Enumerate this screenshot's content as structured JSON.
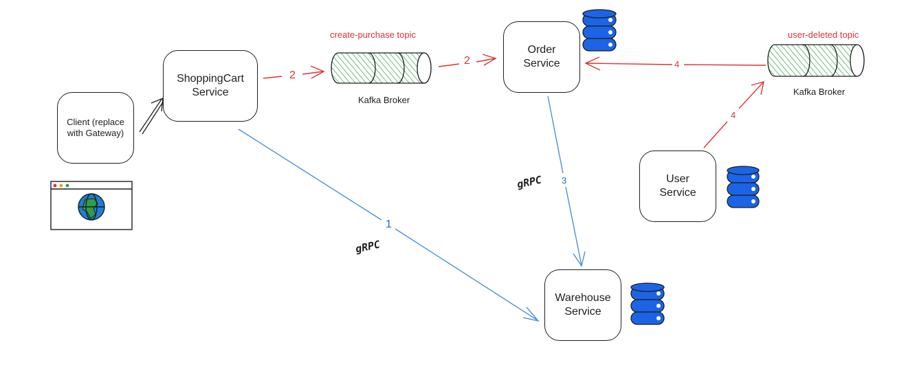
{
  "nodes": {
    "client": "Client (replace\nwith Gateway)",
    "shopping_cart": "ShoppingCart\nService",
    "order": "Order\nService",
    "user": "User\nService",
    "warehouse": "Warehouse\nService"
  },
  "brokers": {
    "create_purchase": {
      "topic": "create-purchase topic",
      "name": "Kafka Broker"
    },
    "user_deleted": {
      "topic": "user-deleted topic",
      "name": "Kafka Broker"
    }
  },
  "edges": {
    "cart_to_broker": "2",
    "broker_to_order": "2",
    "cart_to_warehouse": "1",
    "order_to_warehouse": "3",
    "user_to_broker": "4",
    "broker_to_order_deleted": "4"
  },
  "protocols": {
    "grpc_order": "gRPC",
    "grpc_cart": "gRPC"
  },
  "colors": {
    "kafka": "#2f9e44",
    "database": "#1c64e6",
    "async_edge": "#e03131",
    "sync_edge": "#4a90d9",
    "stroke": "#1e1e1e"
  },
  "icons": [
    "browser-globe-icon",
    "database-icon",
    "kafka-cylinder-icon"
  ]
}
